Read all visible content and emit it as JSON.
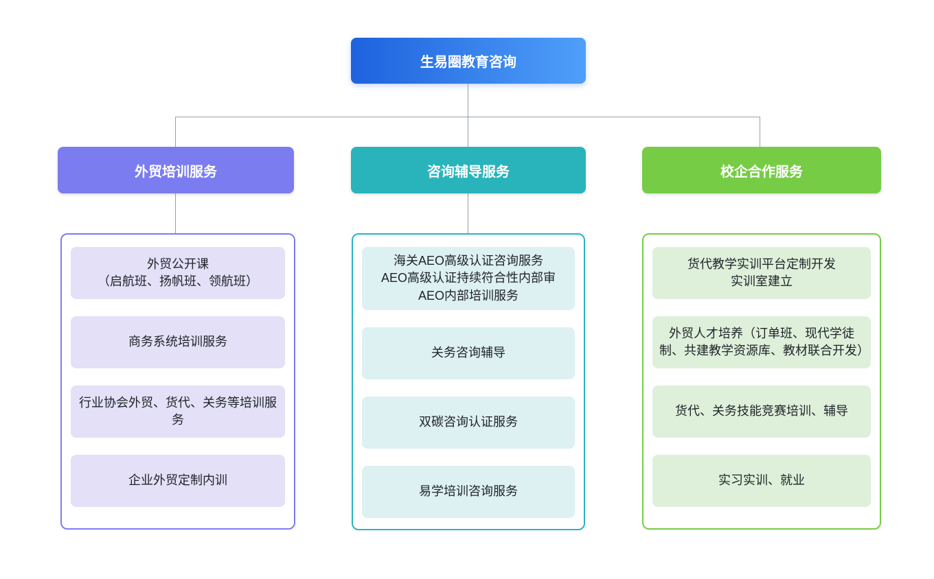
{
  "title": "生易圈教育咨询",
  "colors": {
    "root_gradient_start": "#1e62dd",
    "root_gradient_end": "#4f9ffa",
    "branch1": "#7a7cf0",
    "branch1_light": "#e3e0f7",
    "branch2": "#29b4bc",
    "branch2_light": "#ddf0f2",
    "bran3_placeholder": "",
    "branch3": "#76cc45",
    "branch3_light": "#def0da",
    "connector": "#98a0a8",
    "text": "#1f2329"
  },
  "root": {
    "label": "生易圈教育咨询"
  },
  "branches": [
    {
      "label": "外贸培训服务",
      "items": [
        "外贸公开课\n（启航班、扬帆班、领航班）",
        "商务系统培训服务",
        "行业协会外贸、货代、关务等培训服务",
        "企业外贸定制内训"
      ]
    },
    {
      "label": "咨询辅导服务",
      "items": [
        "海关AEO高级认证咨询服务\nAEO高级认证持续符合性内部审\nAEO内部培训服务",
        "关务咨询辅导",
        "双碳咨询认证服务",
        "易学培训咨询服务"
      ]
    },
    {
      "label": "校企合作服务",
      "items": [
        "货代教学实训平台定制开发\n实训室建立",
        "外贸人才培养（订单班、现代学徒制、共建教学资源库、教材联合开发）",
        "货代、关务技能竞赛培训、辅导",
        "实习实训、就业"
      ]
    }
  ]
}
